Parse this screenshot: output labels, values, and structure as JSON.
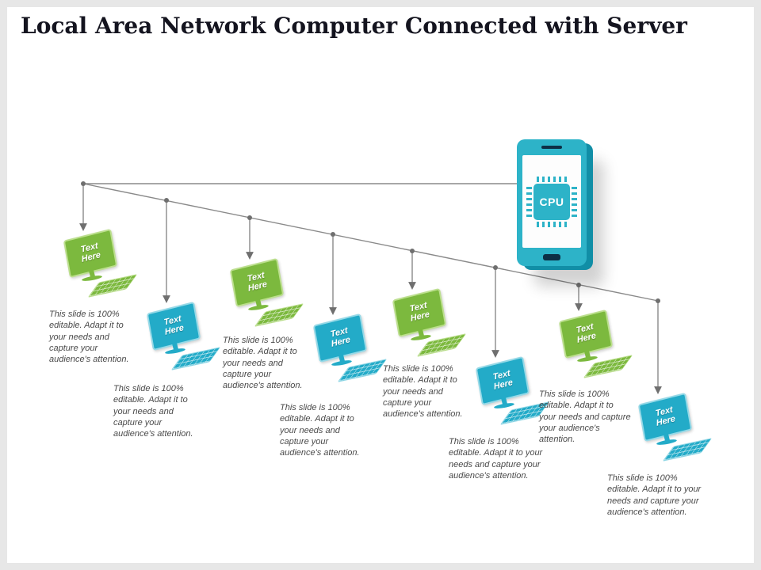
{
  "title": "Local Area Network Computer Connected with Server",
  "server": {
    "cpu_label": "CPU"
  },
  "palette": {
    "green": "#7cb93e",
    "teal": "#23abc8",
    "phone_body": "#2db3c8",
    "phone_depth": "#118ea6",
    "connector_gray": "#8a8a8a"
  },
  "computers": [
    {
      "color": "green",
      "label": "Text Here",
      "caption": "This slide is 100% editable. Adapt it to your needs and capture your audience's attention."
    },
    {
      "color": "teal",
      "label": "Text Here",
      "caption": "This slide is 100% editable. Adapt it to your needs and capture your audience's attention."
    },
    {
      "color": "green",
      "label": "Text Here",
      "caption": "This slide is 100% editable. Adapt it to your needs and capture your audience's attention."
    },
    {
      "color": "teal",
      "label": "Text Here",
      "caption": "This slide is 100% editable. Adapt it to your needs and capture your audience's attention."
    },
    {
      "color": "green",
      "label": "Text Here",
      "caption": "This slide is 100% editable. Adapt it to your needs and capture your audience's attention."
    },
    {
      "color": "teal",
      "label": "Text Here",
      "caption": "This slide is 100% editable. Adapt it to your needs and capture your audience's attention."
    },
    {
      "color": "green",
      "label": "Text Here",
      "caption": "This slide is 100% editable. Adapt it to your needs and capture your audience's attention."
    },
    {
      "color": "teal",
      "label": "Text Here",
      "caption": "This slide is 100% editable. Adapt it to your needs and capture your audience's attention."
    }
  ]
}
